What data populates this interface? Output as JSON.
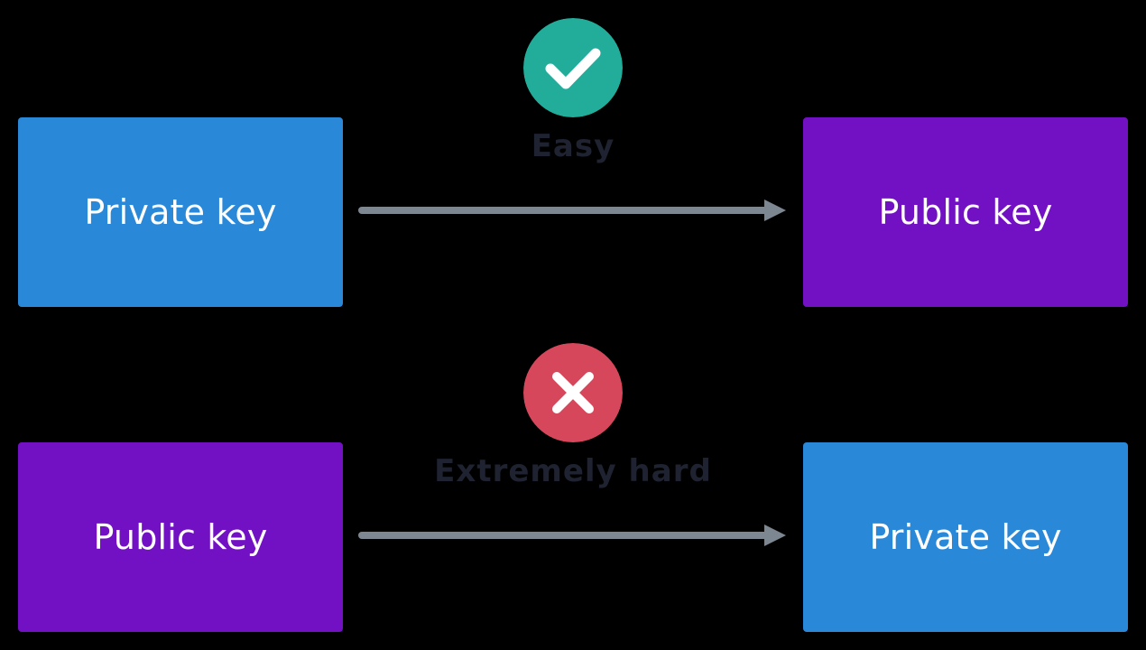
{
  "colors": {
    "background": "#000000",
    "private_box": "#2a88d8",
    "public_box": "#7210c4",
    "arrow": "#7d8791",
    "success_badge": "#22ad9b",
    "fail_badge": "#d6475c",
    "caption_text": "#1f2230"
  },
  "rows": [
    {
      "from_label": "Private key",
      "to_label": "Public key",
      "status_icon": "check-icon",
      "caption": "Easy"
    },
    {
      "from_label": "Public key",
      "to_label": "Private key",
      "status_icon": "cross-icon",
      "caption": "Extremely hard"
    }
  ]
}
